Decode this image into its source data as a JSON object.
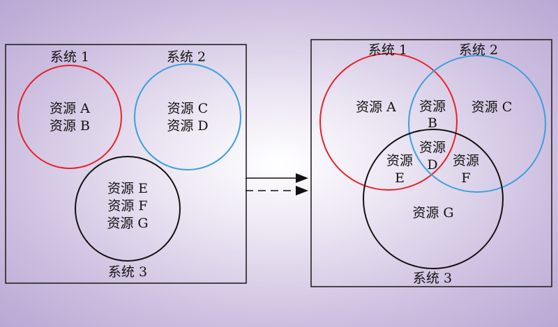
{
  "left_panel": {
    "system1_label": "系统 1",
    "system2_label": "系统 2",
    "system3_label": "系统 3",
    "circle1_lines": [
      "资源 A",
      "资源 B"
    ],
    "circle2_lines": [
      "资源 C",
      "资源 D"
    ],
    "circle3_lines": [
      "资源 E",
      "资源 F",
      "资源 G"
    ]
  },
  "right_panel": {
    "system1_label": "系统 1",
    "system2_label": "系统 2",
    "system3_label": "系统 3",
    "region_a": "资源 A",
    "region_c": "资源 C",
    "region_g": "资源 G",
    "region_b": [
      "资源",
      "B"
    ],
    "region_d": [
      "资源",
      "D"
    ],
    "region_e": [
      "资源",
      "E"
    ],
    "region_f": [
      "资源",
      "F"
    ]
  },
  "colors": {
    "system1": "#e8202a",
    "system2": "#3aa0dc",
    "system3": "#111111",
    "frame": "#222222"
  }
}
